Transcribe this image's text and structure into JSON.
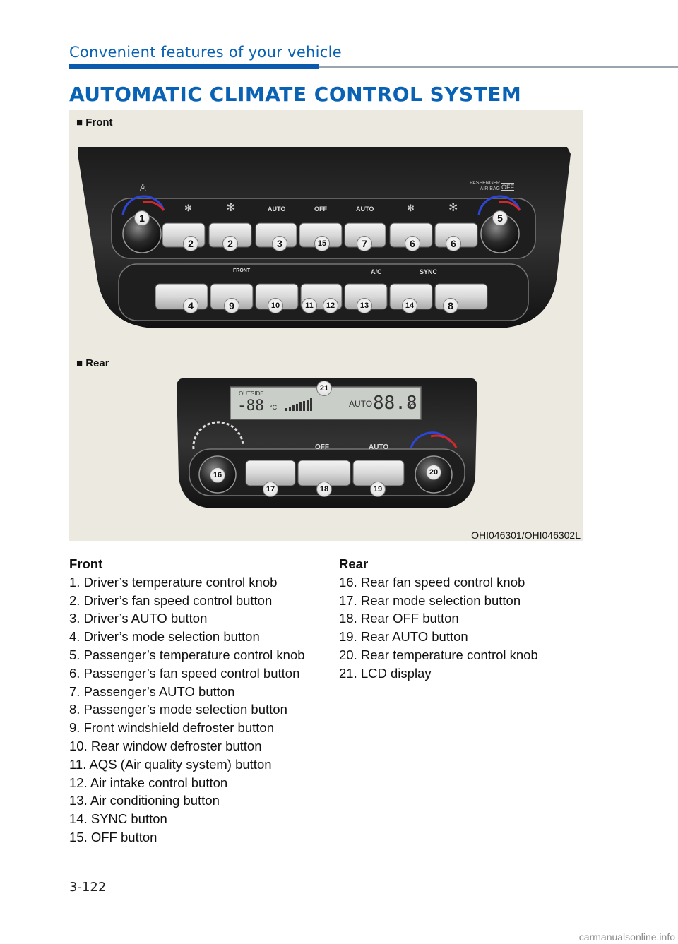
{
  "header": {
    "section_title": "Convenient features of your vehicle",
    "heading": "AUTOMATIC CLIMATE CONTROL SYSTEM"
  },
  "figure": {
    "front_label": "■ Front",
    "rear_label": "■ Rear",
    "code": "OHI046301/OHI046302L",
    "front_panel": {
      "top_labels": [
        "AUTO",
        "OFF",
        "AUTO"
      ],
      "passenger_airbag": [
        "PASSENGER",
        "AIR BAG"
      ],
      "airbag_status": "OFF",
      "bottom_labels": [
        "FRONT",
        "A/C",
        "SYNC"
      ],
      "callouts_top": [
        "1",
        "5"
      ],
      "callouts_row1": [
        "2",
        "2",
        "3",
        "15",
        "7",
        "6",
        "6"
      ],
      "callouts_row2": [
        "4",
        "9",
        "10",
        "11",
        "12",
        "13",
        "14",
        "8"
      ]
    },
    "rear_panel": {
      "outside_label": "OUTSIDE",
      "outside_temp": "-88",
      "outside_unit": "°C",
      "lcd_auto": "AUTO",
      "lcd_temp": "88.8",
      "lcd_unit": "°C",
      "button_labels": [
        "OFF",
        "AUTO"
      ],
      "callouts": [
        "21",
        "16",
        "17",
        "18",
        "19",
        "20"
      ]
    }
  },
  "front_list": {
    "heading": "Front",
    "items": [
      "1. Driver’s temperature control knob",
      "2. Driver’s fan speed control button",
      "3. Driver’s AUTO button",
      "4. Driver’s mode selection button",
      "5. Passenger’s temperature control knob",
      "6. Passenger’s fan speed control button",
      "7. Passenger’s AUTO button",
      "8. Passenger’s mode selection button",
      "9. Front windshield defroster button",
      "10. Rear window defroster button",
      "11. AQS (Air quality system) button",
      "12. Air intake control button",
      "13. Air conditioning button",
      "14. SYNC button",
      "15. OFF button"
    ]
  },
  "rear_list": {
    "heading": "Rear",
    "items": [
      "16. Rear fan speed control knob",
      "17. Rear mode selection button",
      "18. Rear OFF button",
      "19. Rear AUTO button",
      "20. Rear temperature control knob",
      "21. LCD display"
    ]
  },
  "footer": {
    "page_number": "3-122",
    "watermark": "carmanualsonline.info"
  }
}
